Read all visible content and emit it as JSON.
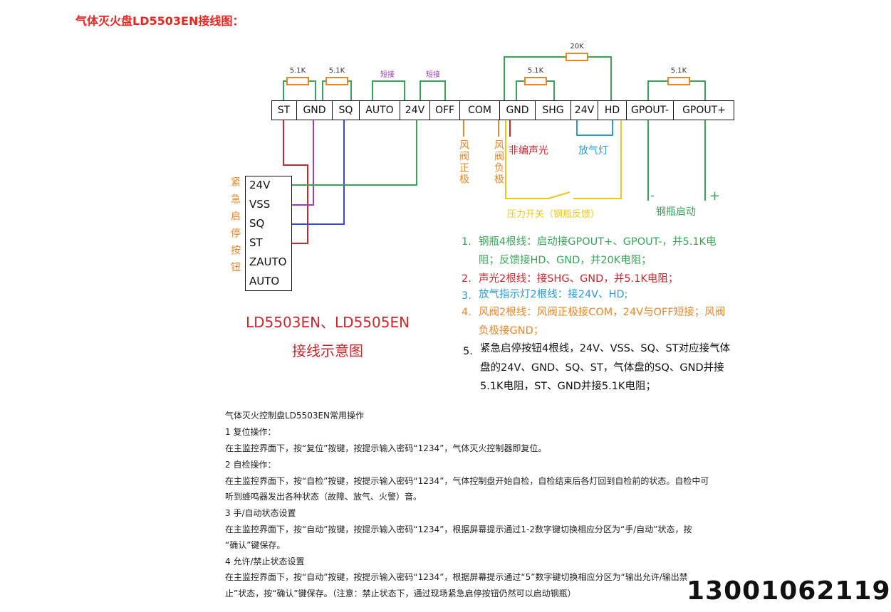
{
  "heading": "气体灭火盘LD5503EN接线图：",
  "terminals": [
    "ST",
    "GND",
    "SQ",
    "AUTO",
    "24V",
    "OFF",
    "COM",
    "GND",
    "SHG",
    "24V",
    "HD",
    "GPOUT-",
    "GPOUT+"
  ],
  "resistors": {
    "r1": "5.1K",
    "r2": "5.1K",
    "r3": "5.1K",
    "r4": "5.1K",
    "r5": "20K"
  },
  "shorts": {
    "s1": "短接",
    "s2": "短接"
  },
  "under_labels": {
    "fan_pos": "风阀正极",
    "fan_neg": "风阀负极",
    "sound": "非编声光",
    "gas_lamp": "放气灯",
    "pressure": "压力开关（钢瓶反馈）",
    "minus": "-",
    "plus": "+",
    "bottle": "钢瓶启动"
  },
  "switch_box": {
    "side_label": "紧急启停按钮",
    "rows": [
      "24V",
      "VSS",
      "SQ",
      "ST",
      "ZAUTO",
      "AUTO"
    ]
  },
  "diagram_title": {
    "line1": "LD5503EN、LD5505EN",
    "line2": "接线示意图"
  },
  "notes": {
    "n1_num": "1.",
    "n1_l1": "钢瓶4根线：启动接GPOUT+、GPOUT-，并5.1K电",
    "n1_l2": "阻；反馈接HD、GND，并20K电阻；",
    "n2_num": "2.",
    "n2_l1": "声光2根线：接SHG、GND，并5.1K电阻；",
    "n3_num": "3.",
    "n3_l1": "放气指示灯2根线：接24V、HD;",
    "n4_num": "4.",
    "n4_l1": "风阀2根线：风阀正极接COM，24V与OFF短接；风阀",
    "n4_l2": "负极接GND；",
    "n5_num": "5.",
    "n5_l1": "紧急启停按钮4根线，24V、VSS、SQ、ST对应接气体",
    "n5_l2": "盘的24V、GND、SQ、ST，气体盘的SQ、GND并接",
    "n5_l3": "5.1K电阻，ST、GND并接5.1K电阻；"
  },
  "ops": {
    "title": "气体灭火控制盘LD5503EN常用操作",
    "s1_title": "1  复位操作：",
    "s1_body": "在主监控界面下，按“复位”按键，按提示输入密码“1234”，气体灭火控制器即复位。",
    "s2_title": "2   自检操作：",
    "s2_body1": "在主监控界面下，按“自检”按键，按提示输入密码“1234”，气体控制盘开始自检，自检结束后各灯回到自检前的状态。自检中可",
    "s2_body2": "听到蜂鸣器发出各种状态（故障、放气、火警）音。",
    "s3_title": "3  手/自动状态设置",
    "s3_body1": "在主监控界面下，按“自动”按键，按提示输入密码“1234”，根据屏幕提示通过1-2数字键切换相应分区为“手/自动”状态，按",
    "s3_body2": "“确认”键保存。",
    "s4_title": "4  允许/禁止状态设置",
    "s4_body1": "在主监控界面下，按“自动”按键，按提示输入密码“1234”，根据屏幕提示通过“5”数字键切换相应分区为“输出允许/输出禁",
    "s4_body2": "止”状态，按“确认”键保存。（注意：禁止状态下，通过现场紧急启停按钮仍然可以启动钢瓶）"
  },
  "phone": "13001062119",
  "colors": {
    "green": "#3aa35a",
    "red": "#c8282d",
    "purple": "#9b3fb5",
    "blue": "#3b4bb8",
    "orange": "#e8862a",
    "lightblue": "#2d9ad8",
    "yellow": "#e8c81e",
    "resistor": "#e8862a"
  }
}
